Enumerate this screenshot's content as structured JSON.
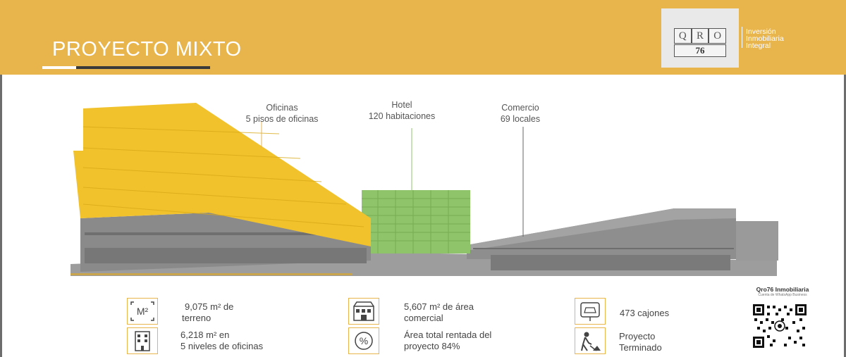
{
  "header": {
    "title": "PROYECTO MIXTO",
    "background_color": "#e8b44c"
  },
  "logo": {
    "letters": [
      "Q",
      "R",
      "O"
    ],
    "number": "76",
    "tagline": [
      "Inversión",
      "Inmobiliaria",
      "Integral"
    ]
  },
  "callouts": {
    "oficinas": {
      "title": "Oficinas",
      "subtitle": "5 pisos de oficinas"
    },
    "hotel": {
      "title": "Hotel",
      "subtitle": "120 habitaciones"
    },
    "comercio": {
      "title": "Comercio",
      "subtitle": "69 locales"
    }
  },
  "stats": [
    {
      "icon": "m2-icon",
      "line1": "9,075 m² de",
      "line2": "terreno"
    },
    {
      "icon": "office-building-icon",
      "line1": "6,218 m² en",
      "line2": "5 niveles de oficinas"
    },
    {
      "icon": "storefront-icon",
      "line1": "5,607 m² de área",
      "line2": "comercial"
    },
    {
      "icon": "percent-icon",
      "line1": "Área total rentada del",
      "line2": "proyecto 84%"
    },
    {
      "icon": "parking-car-icon",
      "line1": "473 cajones",
      "line2": ""
    },
    {
      "icon": "construction-worker-icon",
      "line1": "Proyecto",
      "line2": "Terminado"
    }
  ],
  "m2_icon_text": "M²",
  "qr": {
    "label": "Qro76 Inmobiliaria",
    "sublabel": "Cuenta de WhatsApp Business"
  },
  "colors": {
    "accent": "#e8b44c",
    "office_highlight": "#f2c22c",
    "hotel_highlight": "#8fc46a",
    "building_gray": "#8a8a8a"
  }
}
